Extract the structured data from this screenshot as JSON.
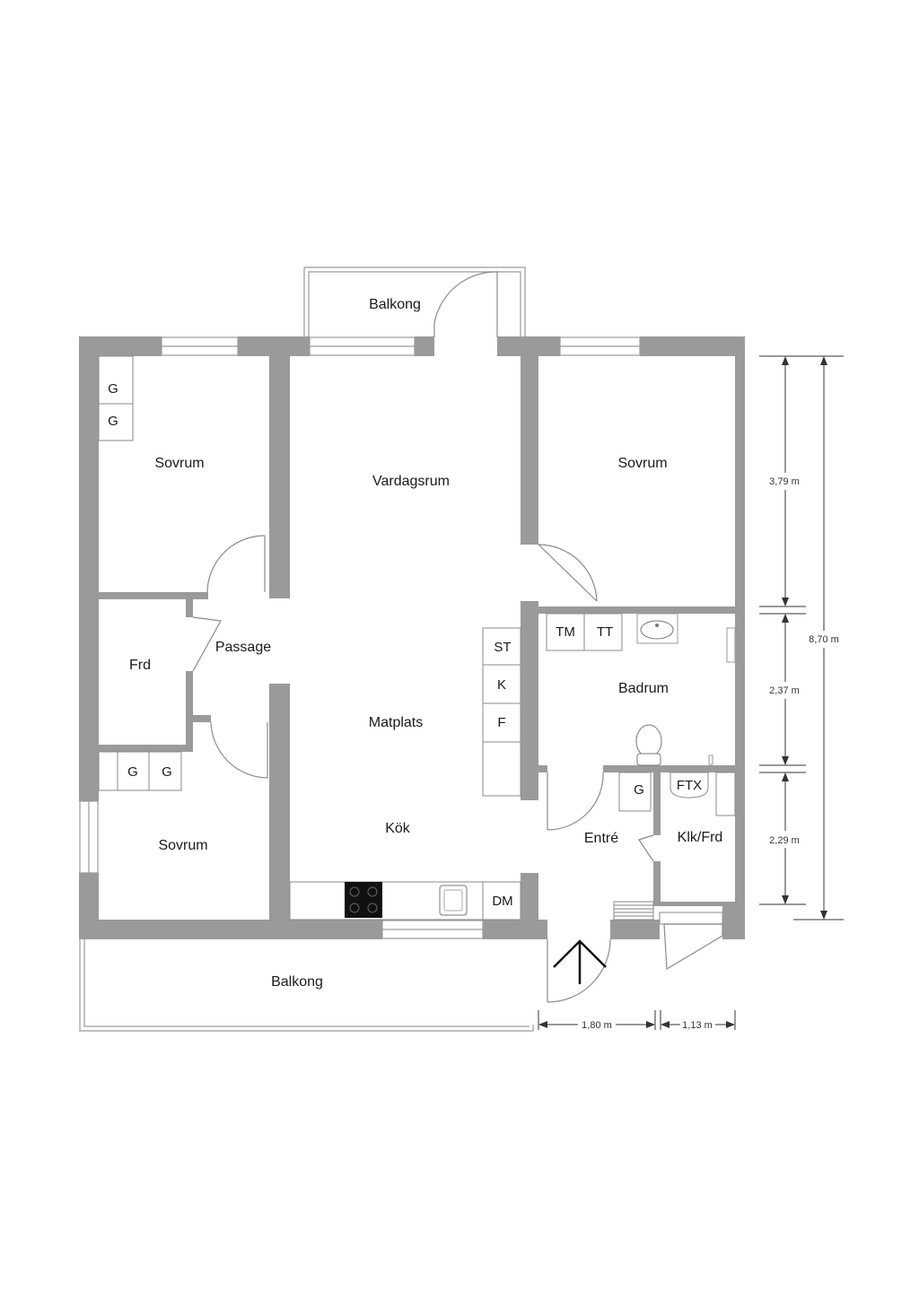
{
  "rooms": {
    "balkong_top": "Balkong",
    "balkong_bottom": "Balkong",
    "sovrum_nw": "Sovrum",
    "vardagsrum": "Vardagsrum",
    "sovrum_ne": "Sovrum",
    "frd": "Frd",
    "passage": "Passage",
    "matplats": "Matplats",
    "badrum": "Badrum",
    "sovrum_sw": "Sovrum",
    "kok": "Kök",
    "entre": "Entré",
    "klk_frd": "Klk/Frd"
  },
  "fixtures": {
    "g1": "G",
    "g2": "G",
    "g3": "G",
    "g4": "G",
    "g5": "G",
    "st": "ST",
    "k": "K",
    "f": "F",
    "tm": "TM",
    "tt": "TT",
    "ftx": "FTX",
    "dm": "DM"
  },
  "dimensions": {
    "right_top": "3,79 m",
    "right_mid": "2,37 m",
    "right_bottom": "2,29 m",
    "right_total": "8,70 m",
    "bottom_left": "1,80 m",
    "bottom_right": "1,13 m"
  },
  "colors": {
    "wall": "#9a9a9a",
    "background": "#ffffff"
  }
}
